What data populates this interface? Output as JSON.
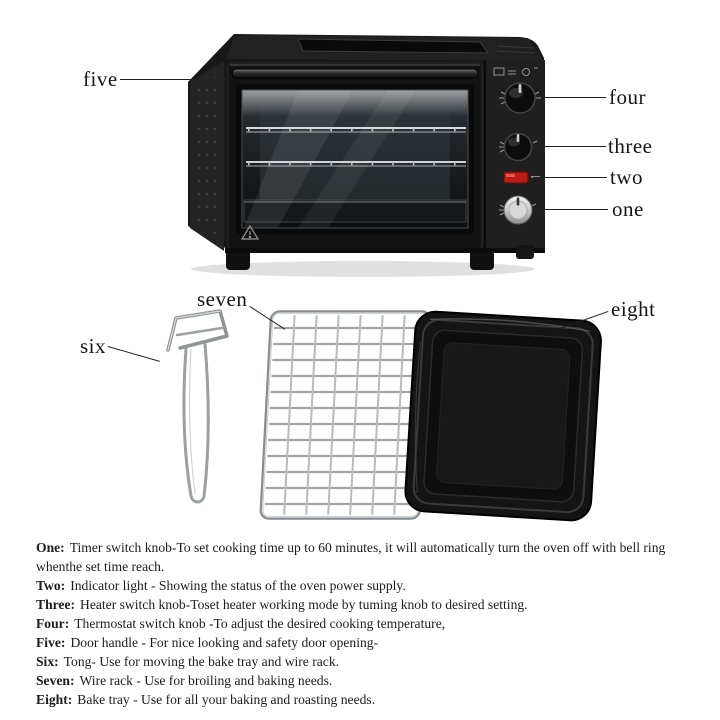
{
  "callouts": {
    "one": "one",
    "two": "two",
    "three": "three",
    "four": "four",
    "five": "five",
    "six": "six",
    "seven": "seven",
    "eight": "eight"
  },
  "descriptions": [
    {
      "term": "One:",
      "text": "Timer switch knob-To set cooking time up to 60 minutes, it will automatically turn the oven off with bell ring whenthe set time reach."
    },
    {
      "term": "Two:",
      "text": "Indicator light - Showing the status of the oven power supply."
    },
    {
      "term": "Three:",
      "text": "Heater switch knob-Toset heater working mode by tuming knob to desired setting."
    },
    {
      "term": "Four:",
      "text": "Thermostat switch knob -To adjust the desired cooking temperature,"
    },
    {
      "term": "Five:",
      "text": "Door handle - For nice looking and safety door opening-"
    },
    {
      "term": "Six:",
      "text": "Tong- Use for moving the bake tray and wire rack."
    },
    {
      "term": "Seven:",
      "text": "Wire rack - Use for broiling and baking needs."
    },
    {
      "term": "Eight:",
      "text": "Bake tray - Use for all your baking and roasting needs."
    }
  ],
  "colors": {
    "background": "#ffffff",
    "oven_body": "#181818",
    "chrome_gray": "#a7acaf",
    "indicator_red": "#bb1c15",
    "label_text": "#151515",
    "callout_line": "#222222"
  }
}
